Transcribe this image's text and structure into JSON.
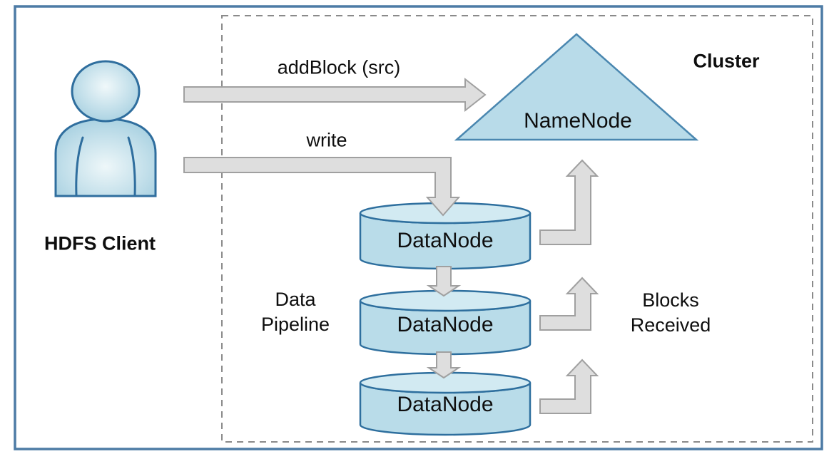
{
  "diagram": {
    "client_label": "HDFS Client",
    "cluster_label": "Cluster",
    "namenode_label": "NameNode",
    "datanodes": [
      {
        "label": "DataNode"
      },
      {
        "label": "DataNode"
      },
      {
        "label": "DataNode"
      }
    ],
    "calls": {
      "add_block": "addBlock (src)",
      "write": "write"
    },
    "annotations": {
      "data_pipeline": {
        "line1": "Data",
        "line2": "Pipeline"
      },
      "blocks_received": {
        "line1": "Blocks",
        "line2": "Received"
      }
    },
    "colors": {
      "node_fill": "#b9dce9",
      "node_fill_light": "#d2eaf2",
      "node_stroke": "#2e6f9e",
      "triangle_fill": "#b8dbe9",
      "triangle_stroke": "#4a87b0",
      "arrow_fill": "#dedede",
      "arrow_stroke": "#a0a0a0",
      "frame_stroke": "#4d7ba5",
      "cluster_dash_stroke": "#8a8a8a",
      "person_fill": "#a9d2e2",
      "person_stroke": "#2f6e9e",
      "text_color": "#0e0e0e"
    }
  }
}
